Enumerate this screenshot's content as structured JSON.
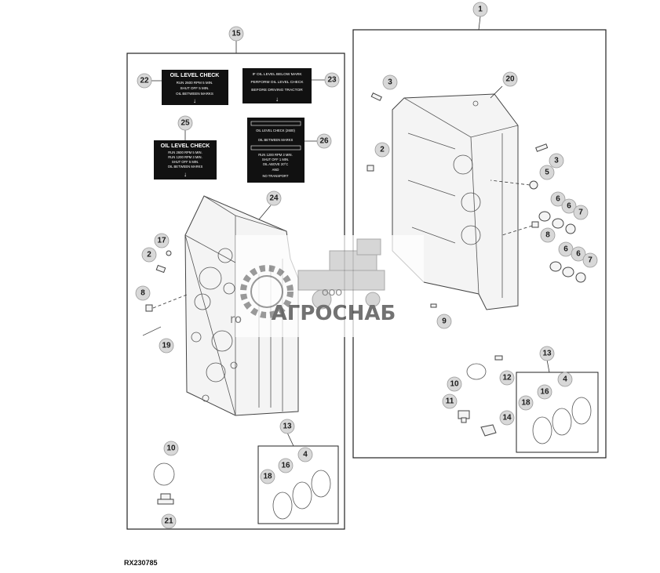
{
  "figure_ref": "RX230785",
  "callouts": {
    "c1": "1",
    "c15": "15",
    "c20": "20",
    "c22": "22",
    "c23": "23",
    "c24": "24",
    "c25": "25",
    "c26": "26",
    "c3a": "3",
    "c3b": "3",
    "c2a": "2",
    "c2b": "2",
    "c5": "5",
    "c6a": "6",
    "c6b": "6",
    "c6c": "6",
    "c6d": "6",
    "c7a": "7",
    "c7b": "7",
    "c8a": "8",
    "c8b": "8",
    "c9": "9",
    "c17": "17",
    "c19": "19",
    "c10a": "10",
    "c10b": "10",
    "c11": "11",
    "c12": "12",
    "c13a": "13",
    "c13b": "13",
    "c14": "14",
    "c4a": "4",
    "c4b": "4",
    "c16a": "16",
    "c16b": "16",
    "c18a": "18",
    "c18b": "18",
    "c21": "21"
  },
  "label22": {
    "l1": "OIL LEVEL CHECK",
    "l2": "RUN 2600 RPM 5 MIN.",
    "l3": "SHUT OFF 5 MIN.",
    "l4": "OIL BETWEEN MARKS",
    "l5": "↓"
  },
  "label23": {
    "l1": "IF OIL LEVEL BELOW MARK",
    "l2": "PERFORM OIL LEVEL CHECK",
    "l3": "BEFORE DRIVING TRACTOR",
    "l4": "↓"
  },
  "label25": {
    "l1": "OIL LEVEL CHECK",
    "l2": "RUN 2600 RPM 5 MIN.",
    "l3": "RUN 1200 RPM 3 MIN.",
    "l4": "SHUT OFF 5 MIN.",
    "l5": "OIL BETWEEN MARKS",
    "l6": "↓"
  },
  "label26": {
    "l1": "OIL LEVEL CHECK (2600)",
    "l2": "OIL BETWEEN MARKS",
    "l3": "RUN 1200 RPM 3 MIN.",
    "l4": "SHUT OFF 1 MIN.",
    "l5": "OIL ABOVE 20°C",
    "l6": "AND",
    "l7": "NO TRANSPORT"
  },
  "watermark": {
    "small": "ООО",
    "main": "АГРОСНАБ",
    "partial": "ro"
  }
}
